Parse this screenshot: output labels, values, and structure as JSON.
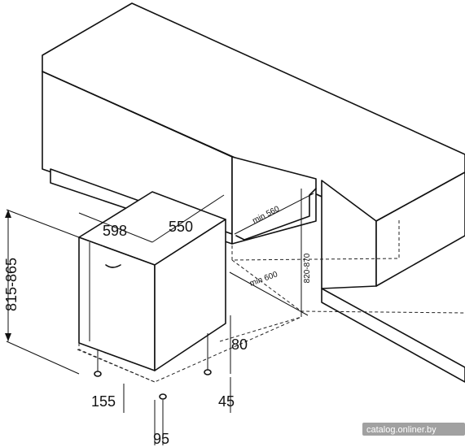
{
  "dimensions": {
    "width": "598",
    "depth": "550",
    "height_range": "815-865",
    "niche_height": "820-870",
    "niche_width_min": "min 560",
    "niche_depth_min": "min 600",
    "plinth_height": "80",
    "plinth_offset": "45",
    "door_gap": "155",
    "foot_offset": "95"
  },
  "watermark": "catalog.onliner.by"
}
